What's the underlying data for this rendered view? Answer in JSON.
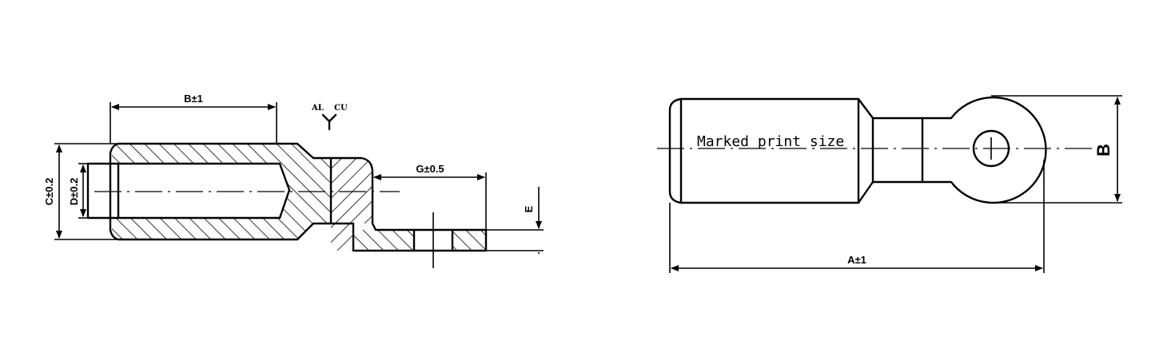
{
  "section_view": {
    "dim_B": "B±1",
    "dim_C": "C±0.2",
    "dim_D": "D±0.2",
    "dim_G": "G±0.5",
    "dim_E": "E",
    "material_left": "AL",
    "material_right": "CU"
  },
  "top_view": {
    "marked_text": "Marked print size",
    "dim_A": "A±1",
    "dim_B": "B"
  }
}
